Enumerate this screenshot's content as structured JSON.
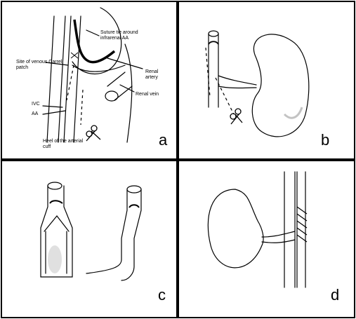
{
  "panels": {
    "a": {
      "letter": "a",
      "labels": {
        "suture": "Suture tie around infrarenal AA",
        "carrel": "Site of venous Carrel patch",
        "renal_artery": "Renal artery",
        "renal_vein": "Renal vein",
        "ivc": "IVC",
        "aa": "AA",
        "heel": "Heel of the arterial cuff"
      }
    },
    "b": {
      "letter": "b"
    },
    "c": {
      "letter": "c"
    },
    "d": {
      "letter": "d"
    }
  }
}
